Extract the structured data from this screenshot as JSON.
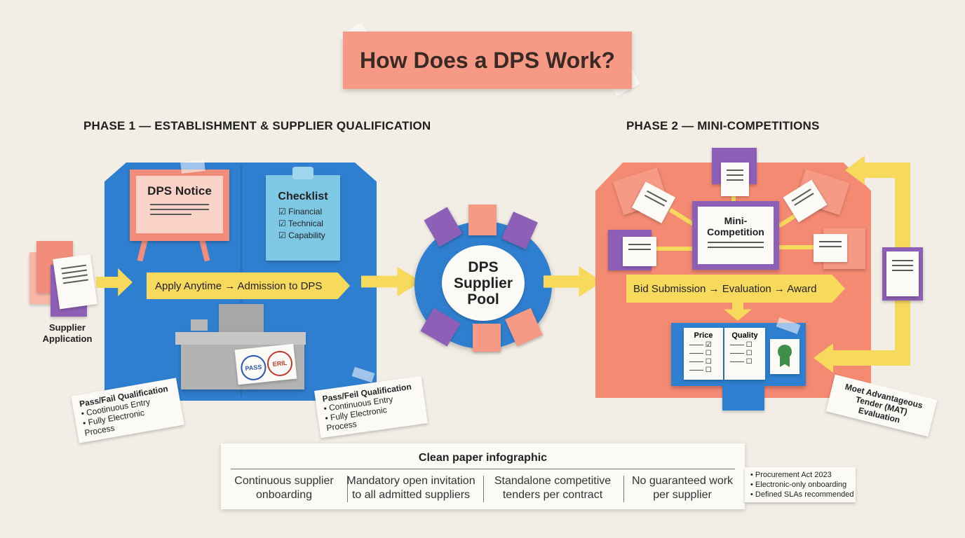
{
  "title": "How Does a DPS Work?",
  "phase1": {
    "heading": "PHASE 1 — ESTABLISHMENT & SUPPLIER QUALIFICATION"
  },
  "phase2": {
    "heading": "PHASE 2 — MINI-COMPETITIONS"
  },
  "dps_notice": "DPS Notice",
  "checklist": {
    "title": "Checklist",
    "items": [
      "Financial",
      "Technical",
      "Capability"
    ]
  },
  "supplier_application": {
    "line1": "Supplier",
    "line2": "Application"
  },
  "apply_arrow": "Apply Anytime → Admission to DPS",
  "stamps": {
    "pass": "PASS",
    "fail": "ERIL"
  },
  "tag_left": {
    "title": "Pass/Fail Qualification",
    "line1": "• Cootinuous Entry",
    "line2": "• Fully Electronic Process"
  },
  "tag_mid": {
    "title": "Pass/Feil Qualification",
    "line1": "• Continuous Entry",
    "line2": "• Fully Electronic Process"
  },
  "pool": {
    "line1": "DPS",
    "line2": "Supplier",
    "line3": "Pool"
  },
  "mini_competition": {
    "line1": "Mini-",
    "line2": "Competition"
  },
  "bid_arrow": "Bid Submission → Evaluation → Award",
  "eval_card": {
    "price": "Price",
    "quality": "Quality"
  },
  "mat_tag": {
    "line1": "Moet Advantageous",
    "line2": "Tender (MAT) Evaluation"
  },
  "bottom": {
    "heading": "Clean paper infographic",
    "columns": [
      {
        "line1": "Continuous supplier",
        "line2": "onboarding"
      },
      {
        "line1": "Mandatory open invitation",
        "line2": "to all admitted suppliers"
      },
      {
        "line1": "Standalone competitive",
        "line2": "tenders per contract"
      },
      {
        "line1": "No guaranteed work",
        "line2": "per supplier"
      }
    ]
  },
  "side_note": [
    "• Procurement Act 2023",
    "• Electronic-only onboarding",
    "• Defined SLAs recommended"
  ],
  "colors": {
    "blue": "#2f7fd0",
    "coral": "#f58a73",
    "yellow": "#f7d95c",
    "purple": "#8e5fb6",
    "paper": "#fbfaf7"
  }
}
